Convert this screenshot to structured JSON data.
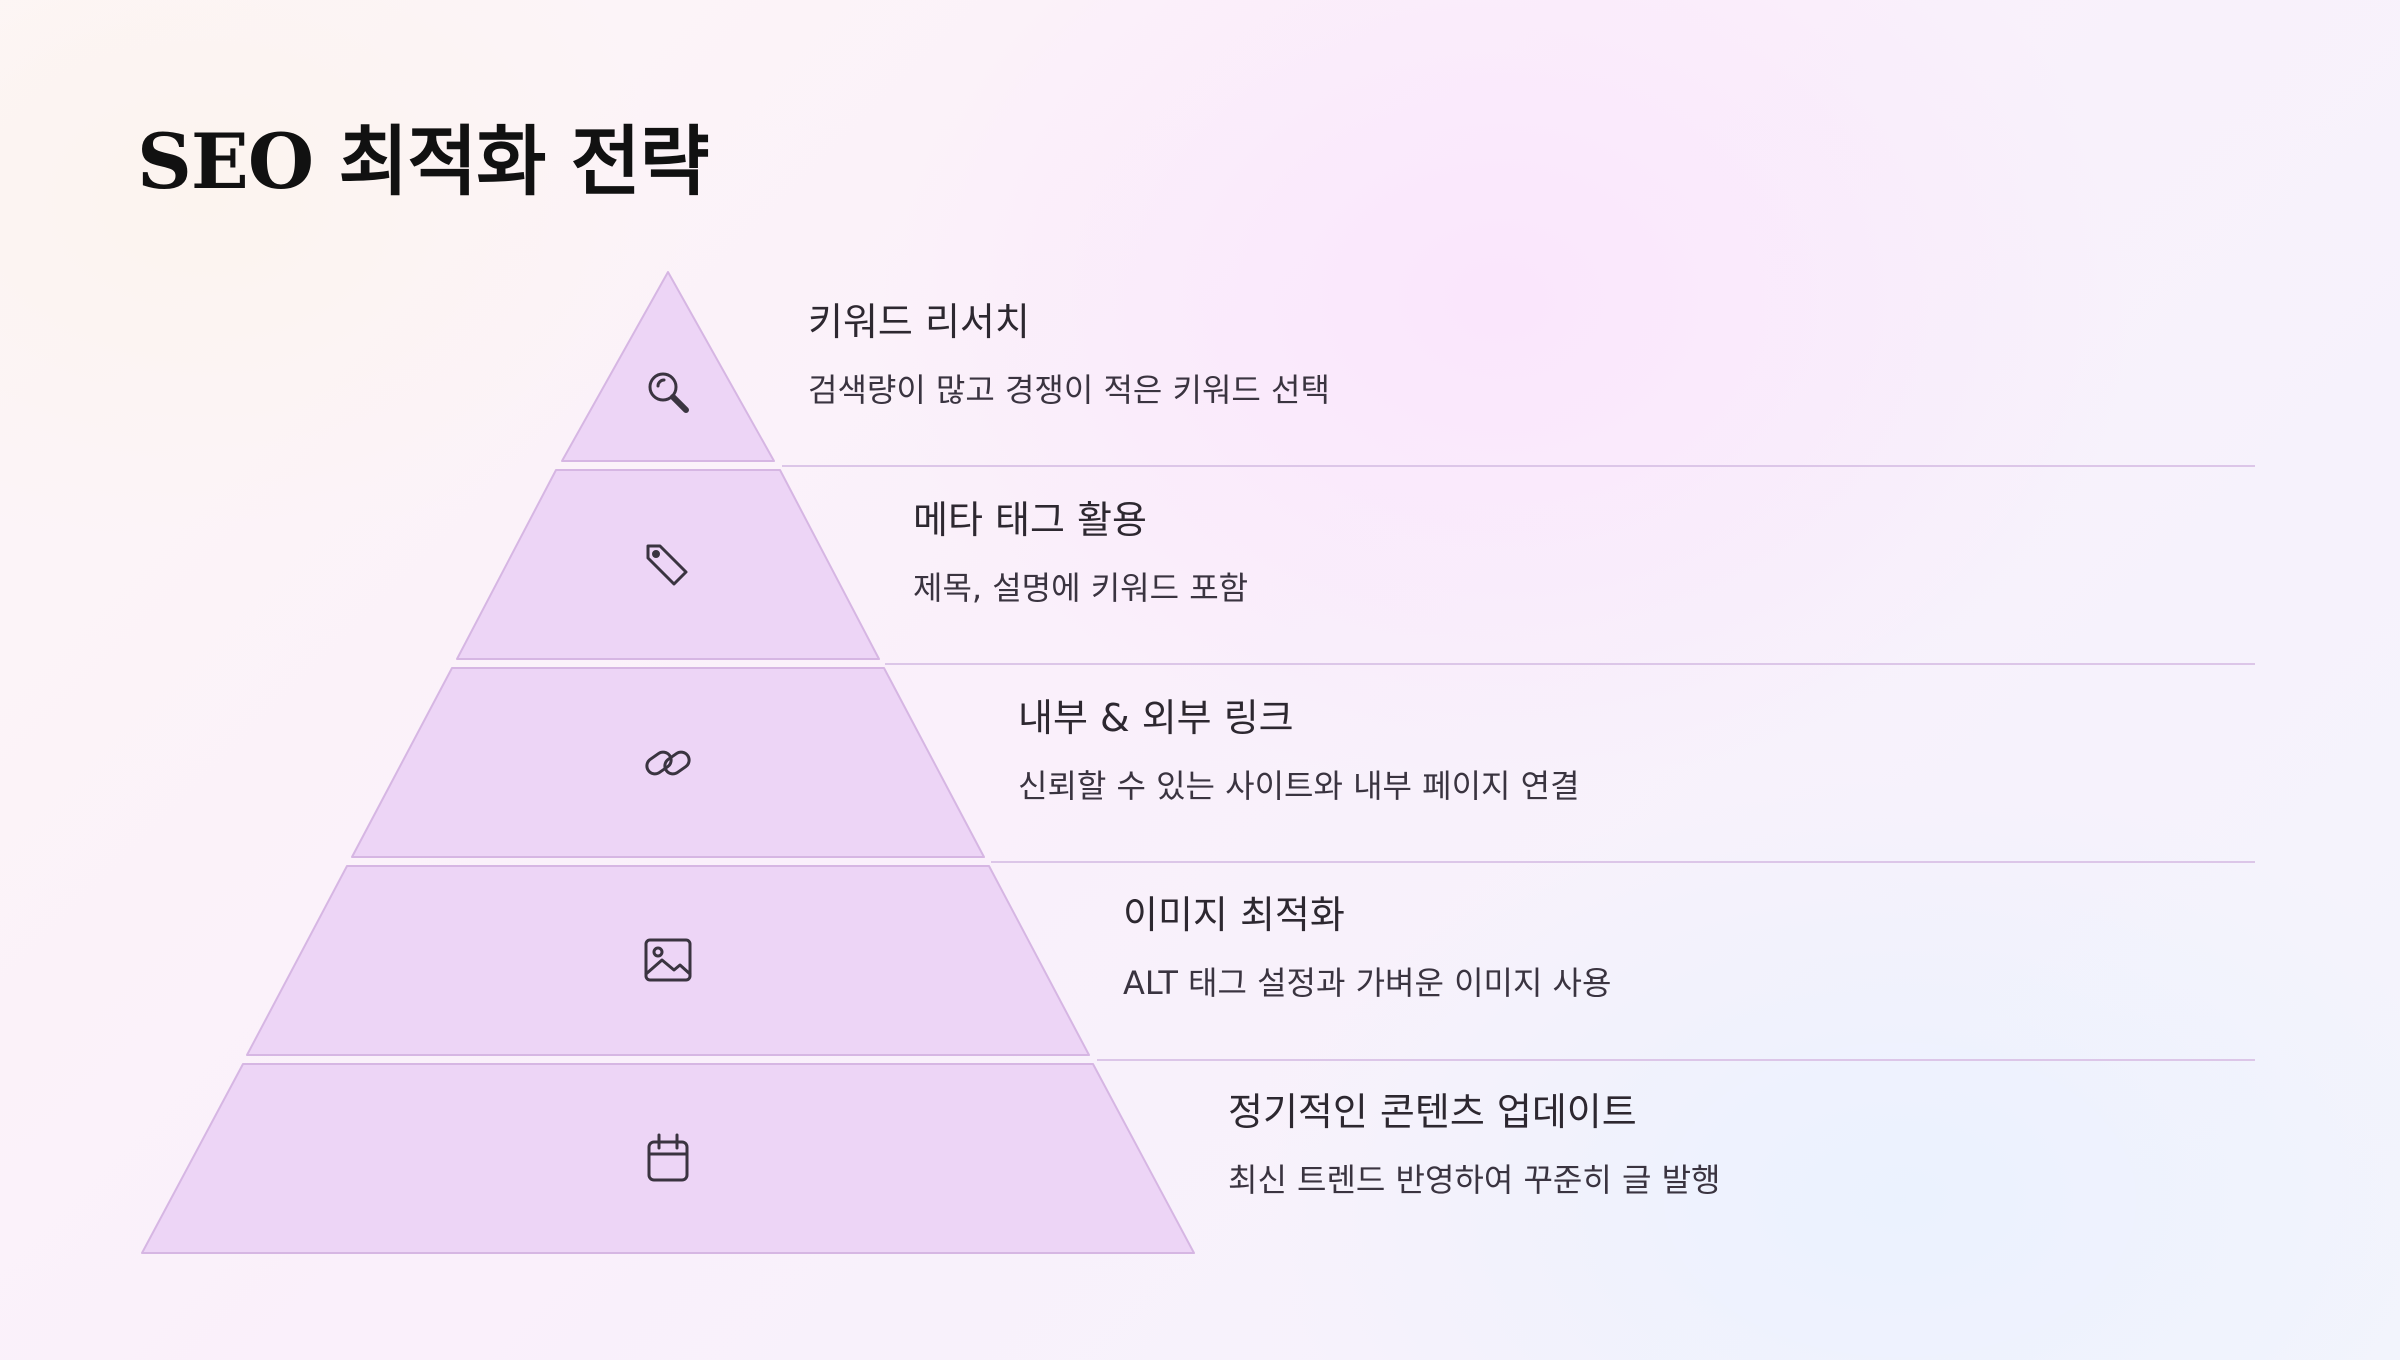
{
  "title": "SEO 최적화 전략",
  "colors": {
    "tier_fill": "#edd5f6",
    "tier_stroke": "#d6b6e3",
    "divider": "#dcc6e8",
    "icon": "#3a3440"
  },
  "tiers": [
    {
      "icon": "search-icon",
      "heading": "키워드 리서치",
      "description": "검색량이 많고 경쟁이 적은 키워드 선택"
    },
    {
      "icon": "tag-icon",
      "heading": "메타 태그 활용",
      "description": "제목, 설명에 키워드 포함"
    },
    {
      "icon": "link-icon",
      "heading": "내부 & 외부 링크",
      "description": "신뢰할 수 있는 사이트와 내부 페이지 연결"
    },
    {
      "icon": "image-icon",
      "heading": "이미지 최적화",
      "description": "ALT 태그 설정과 가벼운 이미지 사용"
    },
    {
      "icon": "calendar-icon",
      "heading": "정기적인 콘텐츠 업데이트",
      "description": "최신 트렌드 반영하여 꾸준히 글 발행"
    }
  ]
}
